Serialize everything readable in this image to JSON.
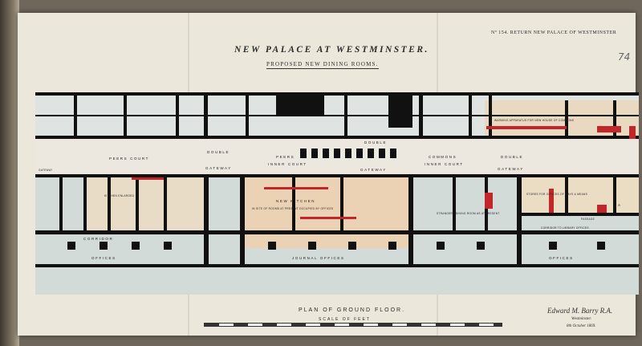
{
  "header": {
    "title": "NEW PALACE AT WESTMINSTER.",
    "subtitle": "PROPOSED NEW DINING ROOMS.",
    "reference": "Nº 154. RETURN NEW PALACE OF WESTMINSTER",
    "page_number": "74"
  },
  "plan_labels": {
    "peers_court": "PEERS COURT",
    "double_gateway_left_1": "DOUBLE",
    "double_gateway_left_2": "GATEWAY",
    "peers_inner_court_1": "PEERS",
    "peers_inner_court_2": "INNER COURT",
    "double_gateway_center_1": "DOUBLE",
    "double_gateway_center_2": "GATEWAY",
    "commons_inner_court_1": "COMMONS",
    "commons_inner_court_2": "INNER COURT",
    "double_gateway_right_1": "DOUBLE",
    "double_gateway_right_2": "GATEWAY",
    "gateway_left": "GATEWAY",
    "warming": "WARMING APPARATUS FOR NEW HOUSE OF COMMONS",
    "new_kitchen": "NEW KITCHEN",
    "kitchen_note": "IN SITE OF ROOMS AT PRESENT OCCUPIED BY OFFICES",
    "strangers_dining": "STRANGERS DINING ROOM AS AT PRESENT",
    "store_offices": "STORES FOR OFFICES OF WAYS & MEANS",
    "kitchen_enlarged": "KITCHEN ENLARGED",
    "corridor_library": "CORRIDOR TO LIBRARY OFFICES",
    "passage": "PASSAGE",
    "corridor_left": "CORRIDOR",
    "marker_a": "A",
    "offices_left": "OFFICES",
    "offices_center": "JOURNAL OFFICES",
    "offices_right": "OFFICES"
  },
  "footer": {
    "plan_title": "PLAN OF GROUND FLOOR.",
    "scale_label": "SCALE OF FEET",
    "signature": "Edward M. Barry R.A.",
    "place": "Westminster.",
    "date": "8th October 1869."
  }
}
